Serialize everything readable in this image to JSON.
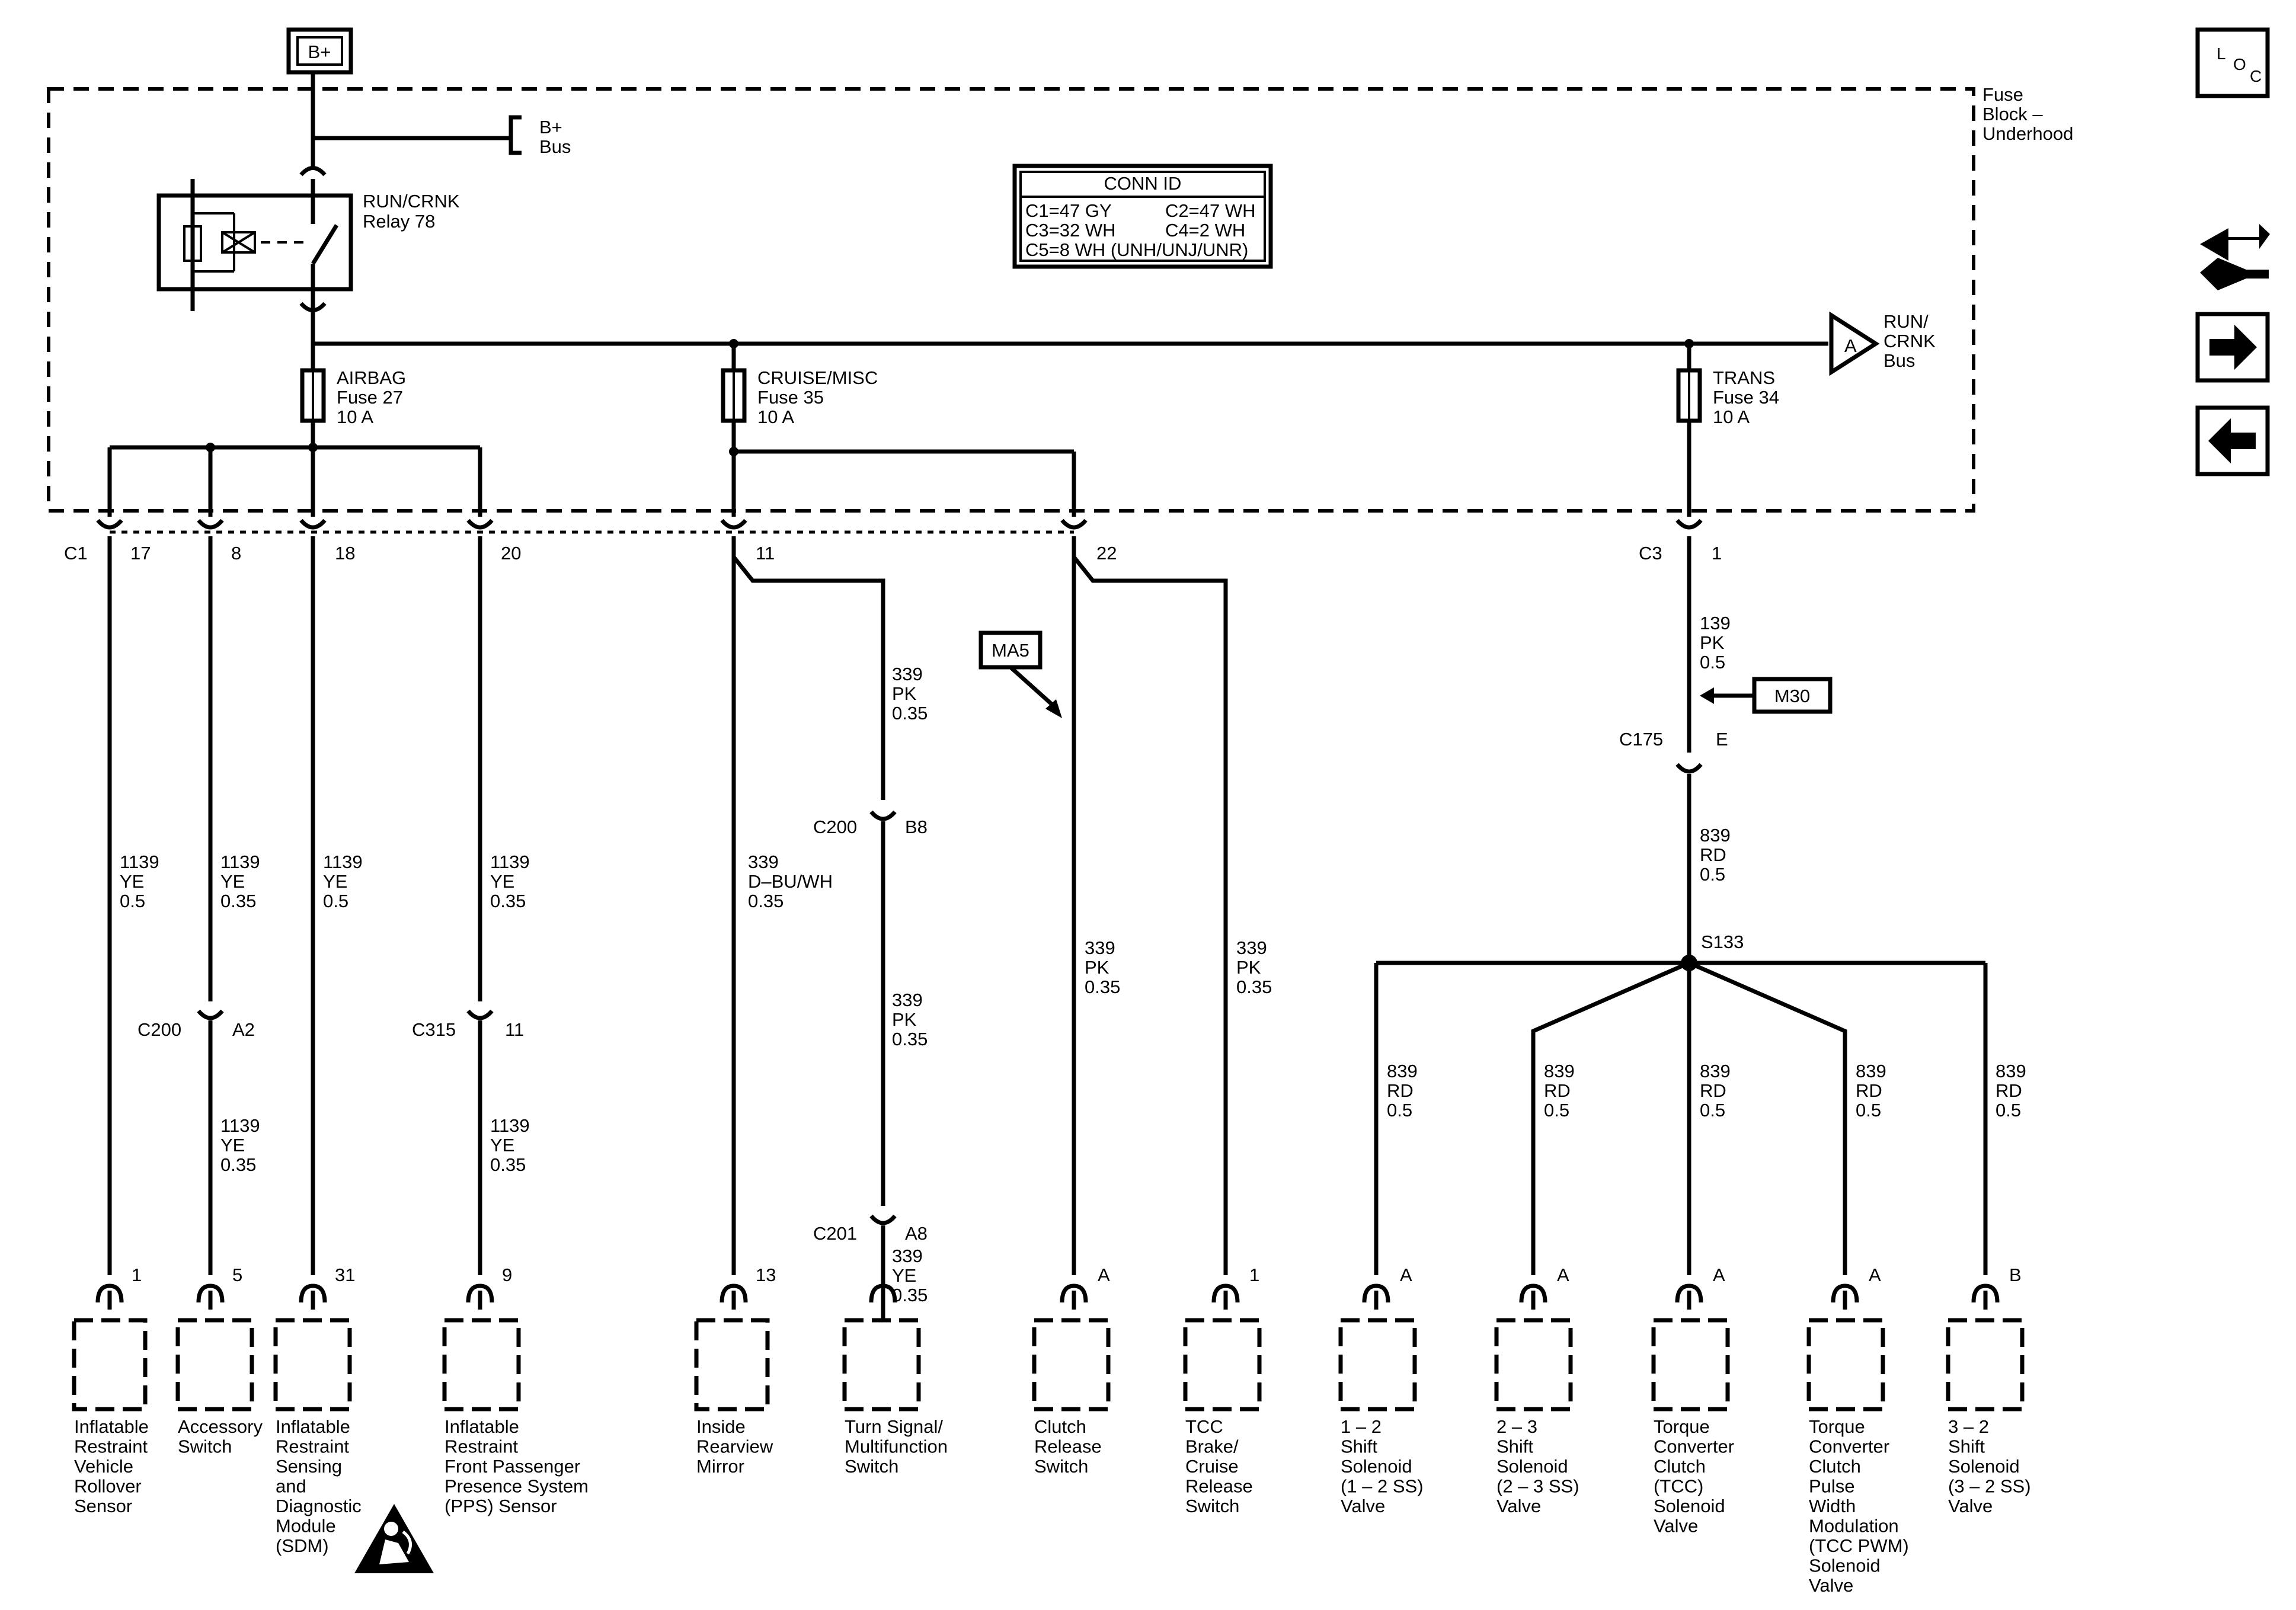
{
  "supply": {
    "label": "B+"
  },
  "fuse_block": {
    "line1": "Fuse",
    "line2": "Block –",
    "line3": "Underhood"
  },
  "bus_bplus": {
    "line1": "B+",
    "line2": "Bus"
  },
  "relay": {
    "line1": "RUN/CRNK",
    "line2": "Relay 78"
  },
  "conn_id": {
    "title": "CONN ID",
    "c1": "C1=47 GY",
    "c2": "C2=47 WH",
    "c3": "C3=32 WH",
    "c4": "C4=2 WH",
    "c5": "C5=8 WH (UNH/UNJ/UNR)"
  },
  "bus_run": {
    "marker": "A",
    "line1": "RUN/",
    "line2": "CRNK",
    "line3": "Bus"
  },
  "fuses": {
    "airbag": {
      "line1": "AIRBAG",
      "line2": "Fuse 27",
      "line3": "10 A"
    },
    "cruise": {
      "line1": "CRUISE/MISC",
      "line2": "Fuse 35",
      "line3": "10 A"
    },
    "trans": {
      "line1": "TRANS",
      "line2": "Fuse 34",
      "line3": "10 A"
    }
  },
  "connectors": {
    "c1": "C1",
    "c3": "C3",
    "c175": "C175",
    "c200": "C200",
    "c315": "C315",
    "c201": "C201",
    "s133": "S133",
    "ma5": "MA5",
    "m30": "M30"
  },
  "pins": {
    "p17": "17",
    "p8": "8",
    "p18": "18",
    "p20": "20",
    "p11": "11",
    "p22": "22",
    "p1": "1",
    "e": "E",
    "b8": "B8",
    "a2": "A2",
    "c315_11": "11",
    "a8": "A8",
    "comp1": "1",
    "comp5": "5",
    "comp31": "31",
    "comp9": "9",
    "comp13": "13",
    "compA": "A",
    "compTcc": "1",
    "compB": "B"
  },
  "wires": {
    "w17": [
      "1139",
      "YE",
      "0.5"
    ],
    "w8": [
      "1139",
      "YE",
      "0.35"
    ],
    "w8b": [
      "1139",
      "YE",
      "0.35"
    ],
    "w18": [
      "1139",
      "YE",
      "0.5"
    ],
    "w20": [
      "1139",
      "YE",
      "0.35"
    ],
    "w20b": [
      "1139",
      "YE",
      "0.35"
    ],
    "w11": [
      "339",
      "D–BU/WH",
      "0.35"
    ],
    "wts1": [
      "339",
      "PK",
      "0.35"
    ],
    "wts2": [
      "339",
      "PK",
      "0.35"
    ],
    "wts3": [
      "339",
      "YE",
      "0.35"
    ],
    "wclutch": [
      "339",
      "PK",
      "0.35"
    ],
    "wtcc": [
      "339",
      "PK",
      "0.35"
    ],
    "wtrans1": [
      "139",
      "PK",
      "0.5"
    ],
    "wtrans2": [
      "839",
      "RD",
      "0.5"
    ],
    "wsol": [
      "839",
      "RD",
      "0.5"
    ]
  },
  "components": {
    "rollover": [
      "Inflatable",
      "Restraint",
      "Vehicle",
      "Rollover",
      "Sensor"
    ],
    "accessory": [
      "Accessory",
      "Switch"
    ],
    "sdm": [
      "Inflatable",
      "Restraint",
      "Sensing",
      "and",
      "Diagnostic",
      "Module",
      "(SDM)"
    ],
    "pps": [
      "Inflatable",
      "Restraint",
      "Front Passenger",
      "Presence System",
      "(PPS) Sensor"
    ],
    "mirror": [
      "Inside",
      "Rearview",
      "Mirror"
    ],
    "turn": [
      "Turn Signal/",
      "Multifunction",
      "Switch"
    ],
    "clutch": [
      "Clutch",
      "Release",
      "Switch"
    ],
    "tcc_brake": [
      "TCC",
      "Brake/",
      "Cruise",
      "Release",
      "Switch"
    ],
    "ss12": [
      "1 – 2",
      "Shift",
      "Solenoid",
      "(1 – 2 SS)",
      "Valve"
    ],
    "ss23": [
      "2 – 3",
      "Shift",
      "Solenoid",
      "(2 – 3 SS)",
      "Valve"
    ],
    "tcc": [
      "Torque",
      "Converter",
      "Clutch",
      "(TCC)",
      "Solenoid",
      "Valve"
    ],
    "tccpwm": [
      "Torque",
      "Converter",
      "Clutch",
      "Pulse",
      "Width",
      "Modulation",
      "(TCC PWM)",
      "Solenoid",
      "Valve"
    ],
    "ss32": [
      "3 – 2",
      "Shift",
      "Solenoid",
      "(3 – 2 SS)",
      "Valve"
    ]
  },
  "nav": {
    "loc": {
      "l": "L",
      "o": "O",
      "c": "C"
    },
    "icons": [
      "loc-icon",
      "wrench-arrows-icon",
      "arrow-right-icon",
      "arrow-left-icon",
      "airbag-warning-icon"
    ]
  }
}
